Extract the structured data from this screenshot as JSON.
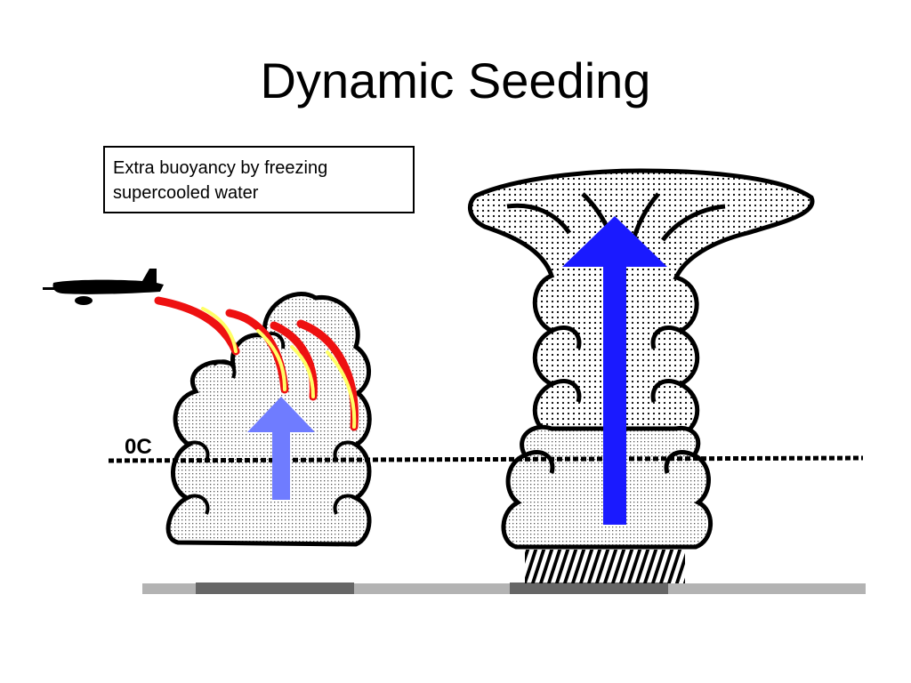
{
  "title": "Dynamic Seeding",
  "callout": {
    "line1": "Extra buoyancy by freezing",
    "line2": "supercooled water"
  },
  "freezing_level_label": "0C",
  "colors": {
    "small_updraft_arrow": "#6f7cff",
    "large_updraft_arrow": "#1a1aff",
    "flare_outer": "#ee1111",
    "flare_inner": "#ffff66",
    "ground_light": "#b3b3b3",
    "ground_dark": "#666666"
  },
  "icons": {
    "aircraft": "airplane-icon"
  }
}
